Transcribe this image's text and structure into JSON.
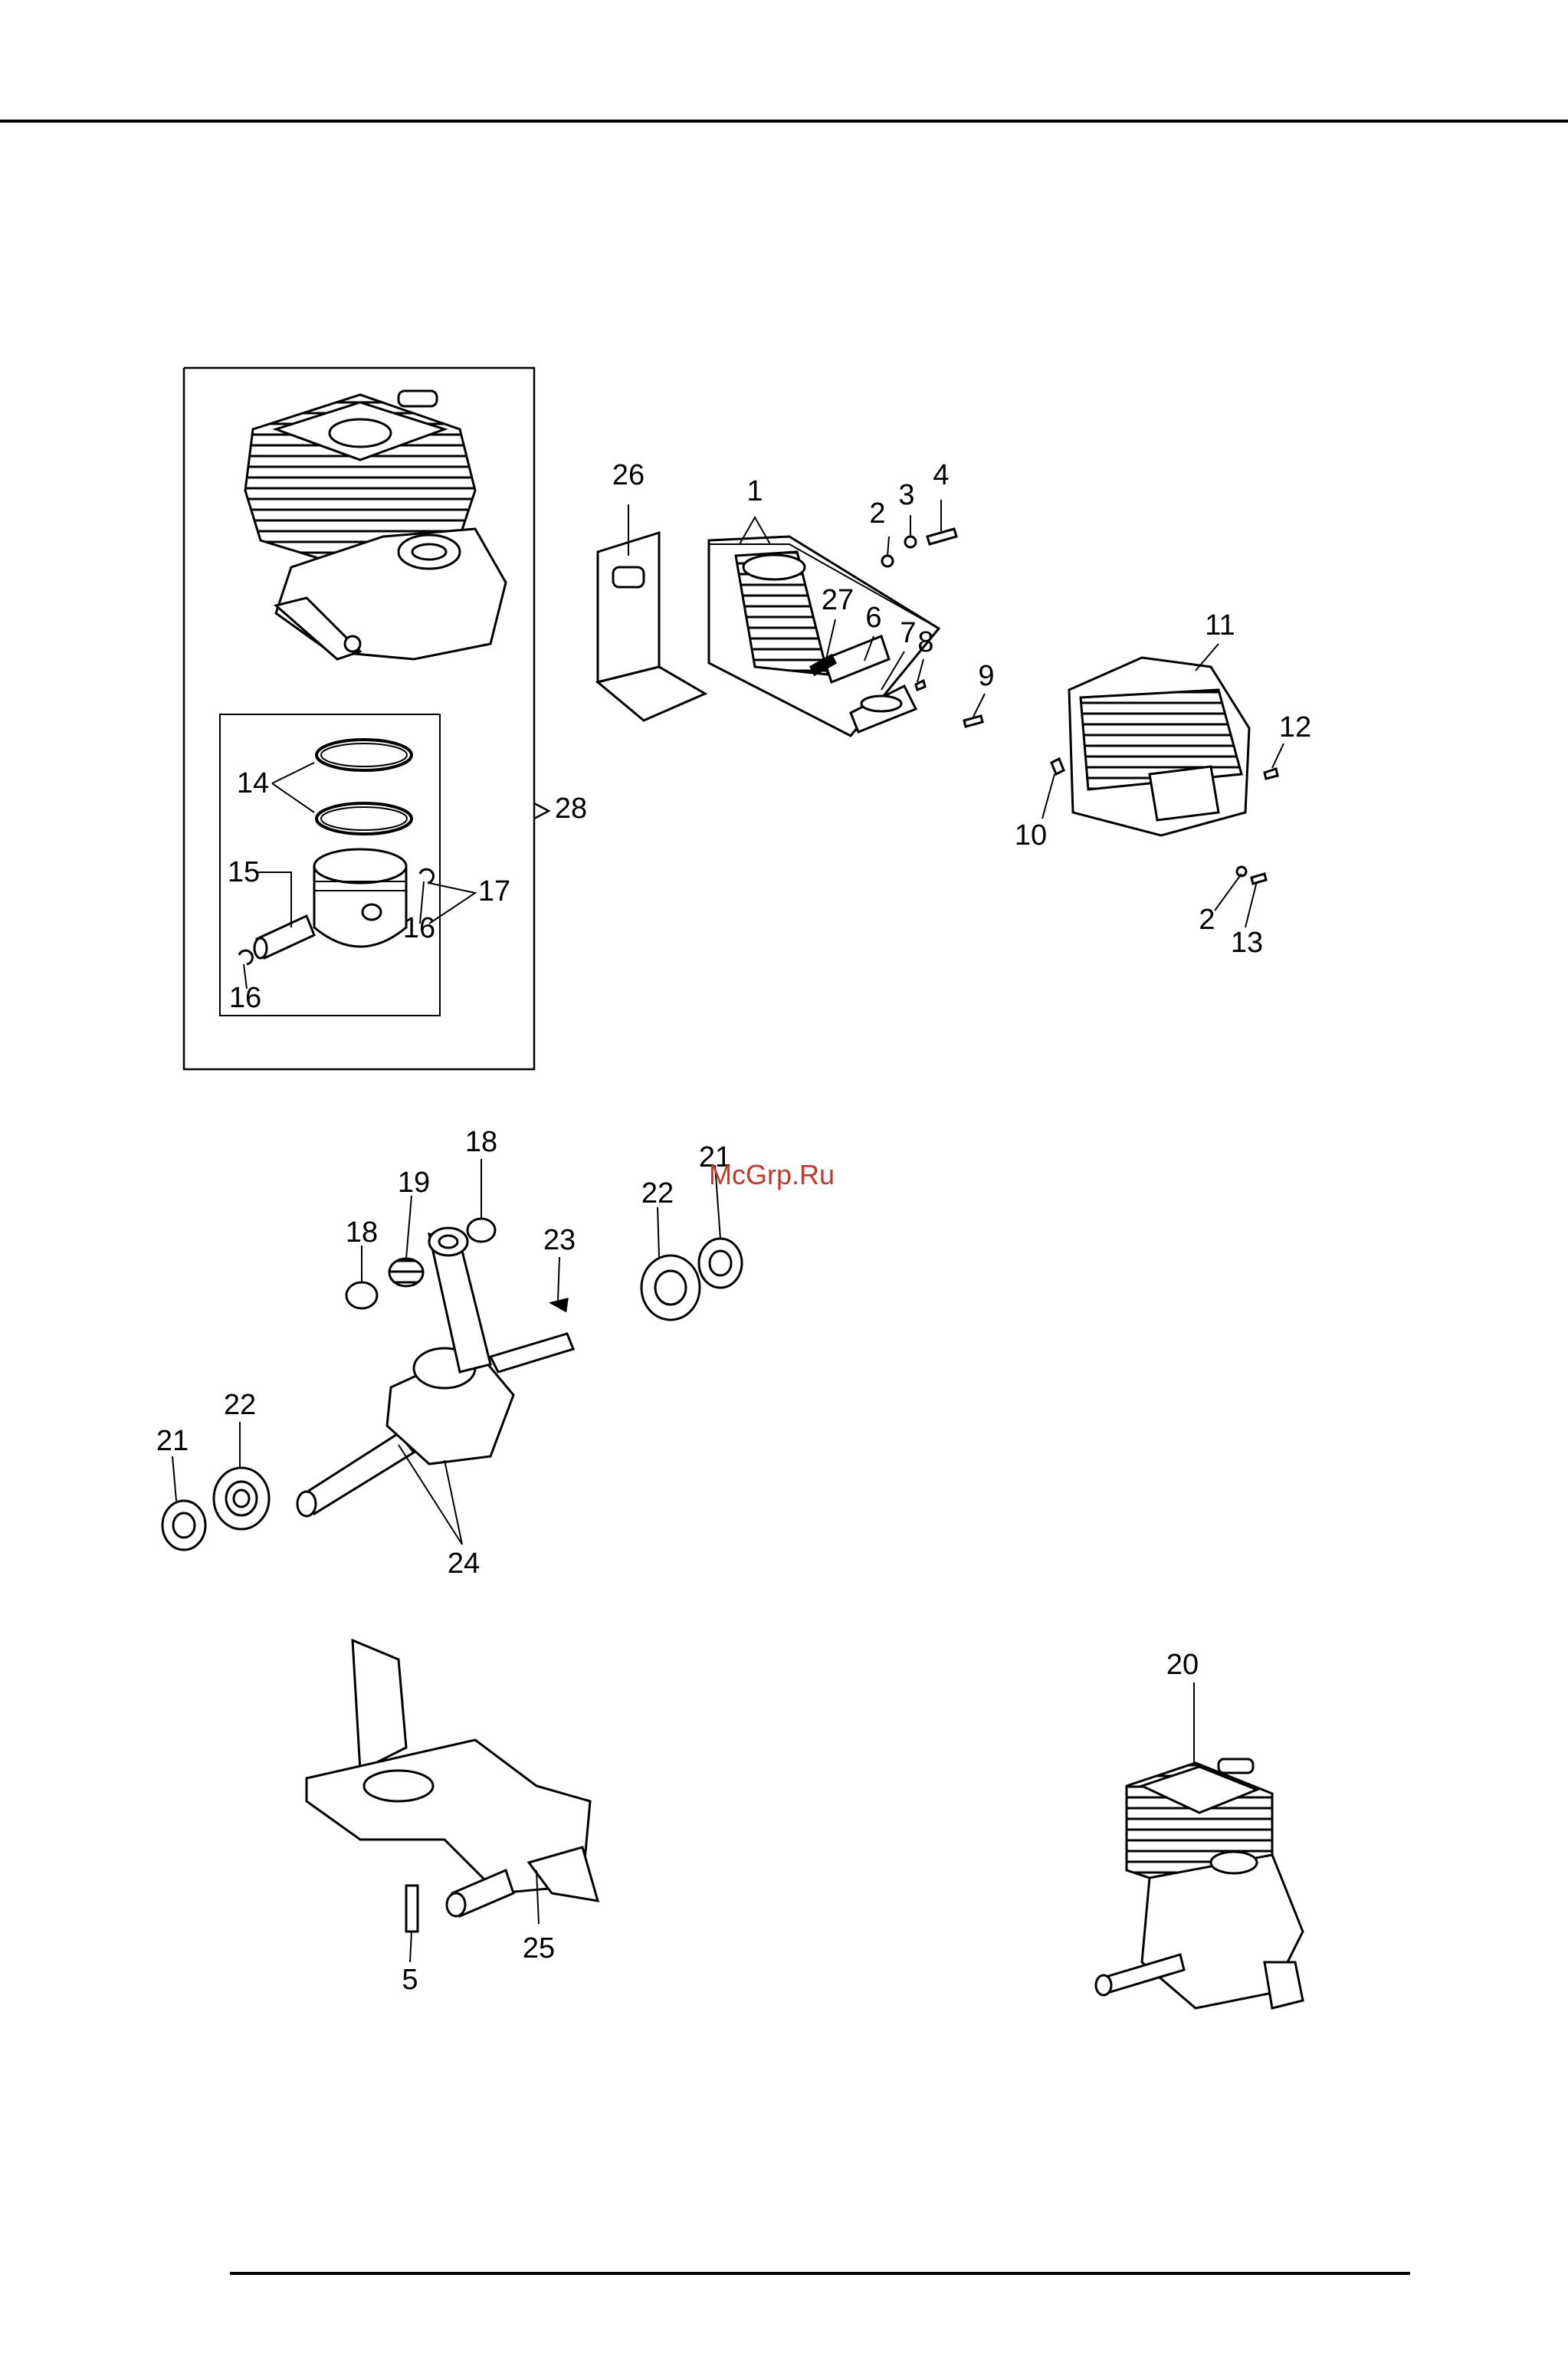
{
  "watermark": "McGrp.Ru",
  "callouts": {
    "c1": "1",
    "c2a": "2",
    "c3": "3",
    "c4": "4",
    "c6": "6",
    "c7": "7",
    "c8": "8",
    "c9": "9",
    "c10": "10",
    "c11": "11",
    "c12": "12",
    "c2b": "2",
    "c13": "13",
    "c26": "26",
    "c27": "27",
    "c28": "28",
    "c14": "14",
    "c15": "15",
    "c16a": "16",
    "c16b": "16",
    "c17": "17",
    "c18a": "18",
    "c18b": "18",
    "c19": "19",
    "c23": "23",
    "c22a": "22",
    "c21a": "21",
    "c22b": "22",
    "c21b": "21",
    "c24": "24",
    "c20": "20",
    "c5": "5",
    "c25": "25"
  }
}
